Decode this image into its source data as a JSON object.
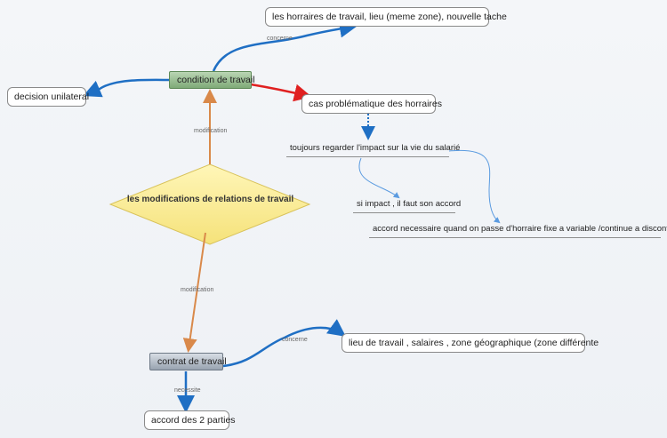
{
  "central": {
    "label": "les modifications de relations de travail"
  },
  "nodes": {
    "condition": "condition de travail",
    "horraires_top": "les horraires de travail, lieu (meme zone), nouvelle tache",
    "decision": "decision unilateral",
    "cas": "cas problématique des horraires",
    "toujours": "toujours regarder l'impact sur la vie du salarié",
    "si_impact": "si impact , il faut son accord",
    "accord_necessaire": "accord necessaire quand on passe d'horraire fixe a variable /continue a discontinue",
    "contrat": "contrat de travail",
    "lieu": "lieu de travail , salaires , zone géographique (zone différente",
    "accord_parties": "accord des 2 parties"
  },
  "link_labels": {
    "modification_top": "modification",
    "modification_bottom": "modification",
    "concerne_top": "concerne",
    "concerne_bottom": "concerne",
    "necessite": "necessite"
  },
  "colors": {
    "orange": "#d9894a",
    "blue": "#1f6fc4",
    "red": "#e02020",
    "light_blue": "#5b9be0"
  }
}
